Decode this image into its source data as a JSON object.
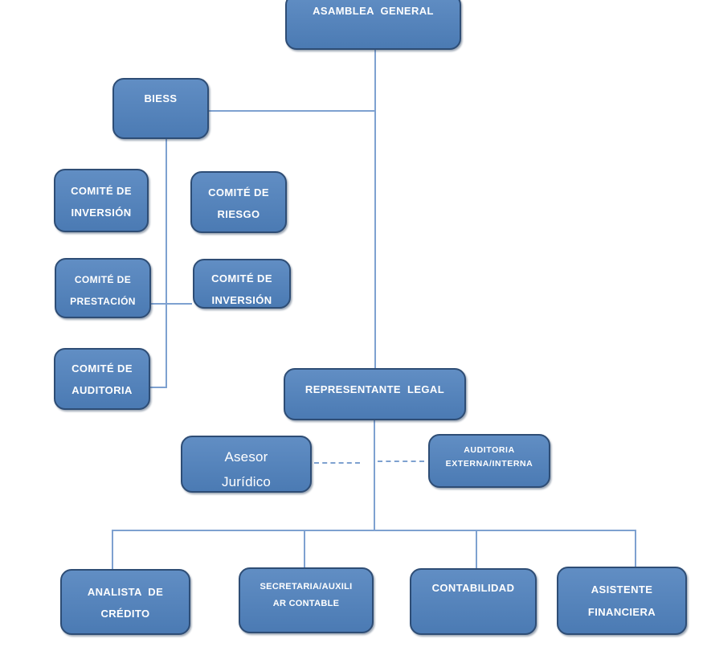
{
  "org_chart": {
    "colors": {
      "box_fill": "#4F81BD",
      "box_border": "#2E4D75",
      "connector": "#7EA1D0",
      "text": "#FFFFFF",
      "background": "#FFFFFF"
    },
    "nodes": {
      "asamblea_general": {
        "lines": [
          "ASAMBLEA  GENERAL"
        ]
      },
      "biess": {
        "lines": [
          "BIESS"
        ]
      },
      "comite_inversion_1": {
        "lines": [
          "COMITÉ DE",
          "INVERSIÓN"
        ]
      },
      "comite_riesgo": {
        "lines": [
          "COMITÉ DE",
          "RIESGO"
        ]
      },
      "comite_prestacion": {
        "lines": [
          "COMITÉ DE",
          "PRESTACIÓN"
        ]
      },
      "comite_inversion_2": {
        "lines": [
          "COMITÉ DE",
          "INVERSIÓN"
        ]
      },
      "comite_auditoria": {
        "lines": [
          "COMITÉ DE",
          "AUDITORIA"
        ]
      },
      "representante_legal": {
        "lines": [
          "REPRESENTANTE  LEGAL"
        ]
      },
      "asesor_juridico": {
        "lines": [
          "Asesor",
          "Jurídico"
        ]
      },
      "auditoria_externa_interna": {
        "lines": [
          "AUDITORIA",
          "EXTERNA/INTERNA"
        ]
      },
      "analista_credito": {
        "lines": [
          "ANALISTA  DE",
          "CRÉDITO"
        ]
      },
      "secretaria_auxiliar_contable": {
        "lines": [
          "SECRETARIA/AUXILI",
          "AR CONTABLE"
        ]
      },
      "contabilidad": {
        "lines": [
          "CONTABILIDAD"
        ]
      },
      "asistente_financiera": {
        "lines": [
          "ASISTENTE",
          "FINANCIERA"
        ]
      }
    },
    "edges": [
      {
        "from": "asamblea_general",
        "to": "representante_legal",
        "style": "solid"
      },
      {
        "from": "asamblea_general",
        "to": "biess",
        "style": "solid"
      },
      {
        "from": "biess",
        "to": "comite_prestacion",
        "style": "solid"
      },
      {
        "from": "biess",
        "to": "comite_inversion_2",
        "style": "solid"
      },
      {
        "from": "biess",
        "to": "comite_auditoria",
        "style": "solid"
      },
      {
        "from": "representante_legal",
        "to": "asesor_juridico",
        "style": "dashed"
      },
      {
        "from": "representante_legal",
        "to": "auditoria_externa_interna",
        "style": "dashed"
      },
      {
        "from": "representante_legal",
        "to": "analista_credito",
        "style": "solid"
      },
      {
        "from": "representante_legal",
        "to": "secretaria_auxiliar_contable",
        "style": "solid"
      },
      {
        "from": "representante_legal",
        "to": "contabilidad",
        "style": "solid"
      },
      {
        "from": "representante_legal",
        "to": "asistente_financiera",
        "style": "solid"
      }
    ]
  }
}
